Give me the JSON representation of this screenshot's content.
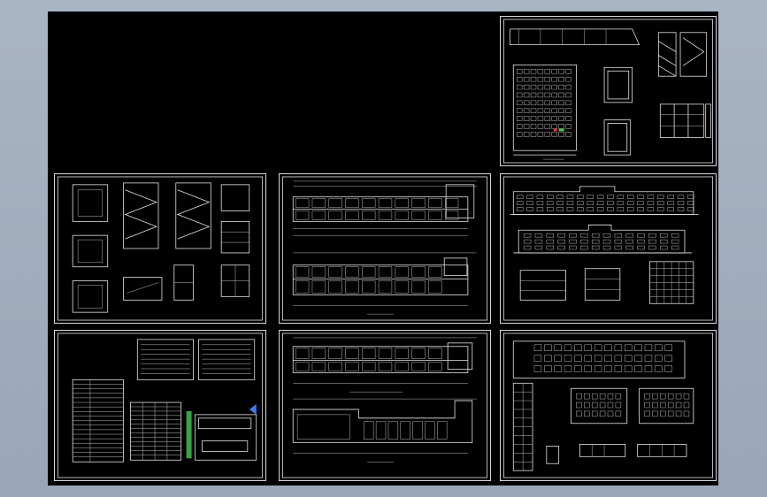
{
  "viewer": {
    "background": "#000000",
    "line_color": "#e6e6e6",
    "accent_green": "#39d353",
    "accent_red": "#e53935",
    "accent_blue": "#3d7bff"
  },
  "sheets": [
    {
      "id": "s1",
      "content": "auditorium-plan-and-sections"
    },
    {
      "id": "s2",
      "content": "stair-details"
    },
    {
      "id": "s3",
      "content": "floor-plans-1"
    },
    {
      "id": "s4",
      "content": "elevations"
    },
    {
      "id": "s5",
      "content": "design-notes-and-site-plan"
    },
    {
      "id": "s6",
      "content": "floor-plans-2"
    },
    {
      "id": "s7",
      "content": "classroom-layouts"
    }
  ]
}
